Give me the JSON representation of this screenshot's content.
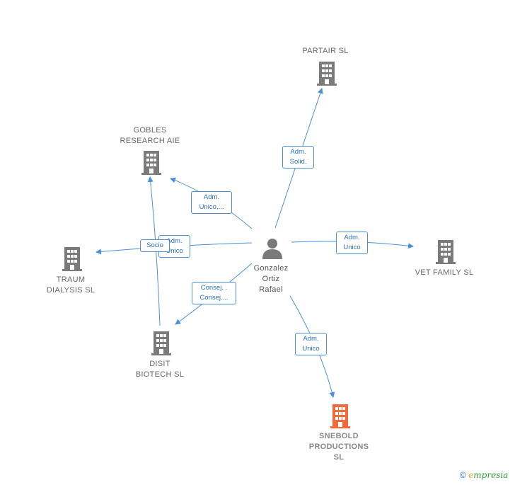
{
  "colors": {
    "edge": "#4a90d9",
    "company_icon": "#7a7a7a",
    "target_icon": "#f26a3c",
    "person_icon": "#7a7a7a"
  },
  "person": {
    "name_line1": "Gonzalez",
    "name_line2": "Ortiz",
    "name_line3": "Rafael",
    "icon": "person-icon"
  },
  "companies": {
    "partair": {
      "line1": "PARTAIR  SL"
    },
    "gobles": {
      "line1": "GOBLES",
      "line2": "RESEARCH AIE"
    },
    "traum": {
      "line1": "TRAUM",
      "line2": "DIALYSIS  SL"
    },
    "vet": {
      "line1": "VET FAMILY  SL"
    },
    "disit": {
      "line1": "DISIT",
      "line2": "BIOTECH  SL"
    },
    "snebold": {
      "line1": "SNEBOLD",
      "line2": "PRODUCTIONS",
      "line3": "SL"
    }
  },
  "edges": {
    "partair": {
      "l1": "Adm.",
      "l2": "Solid."
    },
    "gobles": {
      "l1": "Adm.",
      "l2": "Unico,..."
    },
    "traum": {
      "l1": "Adm.",
      "l2": "Unico"
    },
    "socio": {
      "l1": "Socio"
    },
    "vet": {
      "l1": "Adm.",
      "l2": "Unico"
    },
    "disit": {
      "l1": "Consej. .",
      "l2": "Consej...."
    },
    "snebold": {
      "l1": "Adm.",
      "l2": "Unico"
    }
  },
  "watermark": {
    "copyright": "©",
    "brand_e": "e",
    "brand_rest": "mpresia"
  }
}
